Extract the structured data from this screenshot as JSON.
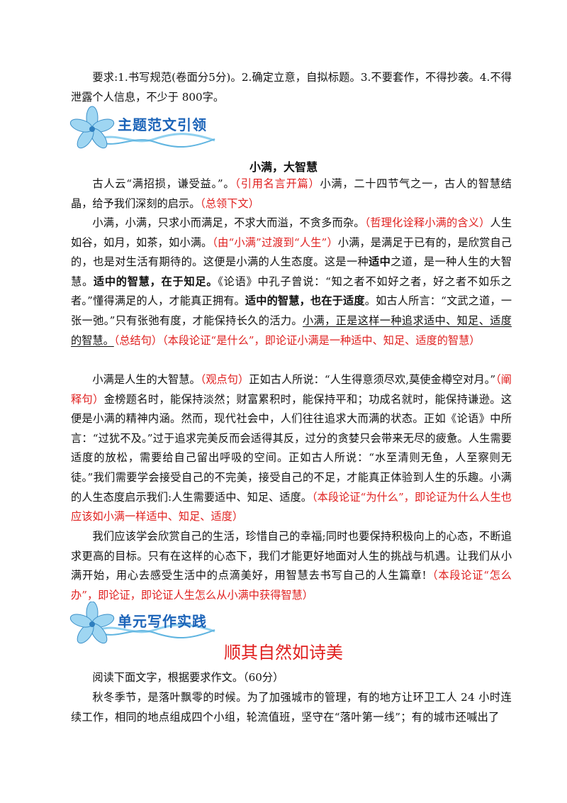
{
  "requirements": "要求:1.书写规范(卷面分5分)。2.确定立意，自拟标题。3.不要套作，不得抄袭。4.不得泄露个人信息，不少于 800字。",
  "banner1": {
    "title": "主题范文引领",
    "icon": "flower-icon"
  },
  "essay": {
    "title": "小满，大智慧",
    "p1": {
      "t1": "古人云“满招损，谦受益。”。",
      "n1": "（引用名言开篇）",
      "t2": "小满，二十四节气之一，古人的智慧结晶，给予我们深刻的启示。",
      "n2": "（总领下文）"
    },
    "p2": {
      "t1": "小满，小满，只求小而满足，不求大而溢，不贪多而杂。",
      "n1": "（哲理化诠释小满的含义）",
      "t2": "人生如谷，如月，如茶，如小满。",
      "n2": "（由“小满”过渡到“人生”）",
      "t3": "小满，是满足于已有的，是欣赏自己的，也是对生活有期待的。这便是小满的人生态度。这是一种",
      "b1": "适中",
      "t4": "之道，是一种人生的大智慧。",
      "b2": "适中的智慧，在于知足。",
      "t5": "《论语》中孔子曾说：“知之者不如好之者，好之者不如乐之者。”懂得满足的人，才能真正拥有。",
      "b3": "适中的智慧，也在于适度",
      "t6": "。如古人所言：“文武之道，一张一弛。”只有张弛有度，才能保持长久的活力。",
      "u1": "小满，正是这样一种追求适中、知足、适度的智慧。",
      "n3": "（总结句）",
      "n4": "（本段论证“是什么”，即论证小满是一种适中、知足、适度的智慧）"
    },
    "p3": {
      "t1": "小满是人生的大智慧。",
      "n1": "（观点句）",
      "t2": "正如古人所说：“人生得意须尽欢,莫使金樽空对月。”",
      "n2": "（阐释句）",
      "t3": "金榜题名时，能保持淡然；财富累积时，能保持平和；功成名就时，能保持谦逊。这便是小满的精神内涵。然而，现代社会中，人们往往追求大而满的状态。正如《论语》中所言：“过犹不及。”过于追求完美反而会适得其反，过分的贪婪只会带来无尽的疲惫。人生需要适度的放松，需要给自己留出呼吸的空间。正如古人所说：“水至清则无鱼，人至察则无徒。”我们需要学会接受自己的不完美，接受自己的不足，才能真正体验到人生的乐趣。小满的人生态度启示我们:人生需要适中、知足、适度。",
      "n3": "（本段论证“为什么”，即论证为什么人生也应该如小满一样适中、知足、适度）"
    },
    "p4": {
      "t1": "我们应该学会欣赏自己的生活，珍惜自己的幸福;同时也要保持积极向上的心态，不断追求更高的目标。只有在这样的心态下，我们才能更好地面对人生的挑战与机遇。让我们从小满开始，用心去感受生活中的点滴美好，用智慧去书写自己的人生篇章!",
      "n1": "（本段论证“怎么办”，即论证，即论证人生怎么从小满中获得智慧）"
    }
  },
  "banner2": {
    "title": "单元写作实践",
    "icon": "flower-icon"
  },
  "practice": {
    "title": "顺其自然如诗美",
    "instruction": "阅读下面文字，根据要求作文。（60分）",
    "passage": "秋冬季节，是落叶飘零的时候。为了加强城市的管理，有的地方让环卫工人 24 小时连续工作，相同的地点组成四个小组，轮流值班，坚守在“落叶第一线”；有的城市还喊出了"
  },
  "colors": {
    "note": "#e0201f",
    "banner_title": "#1b63b8",
    "flower": "#7cc6ee"
  }
}
